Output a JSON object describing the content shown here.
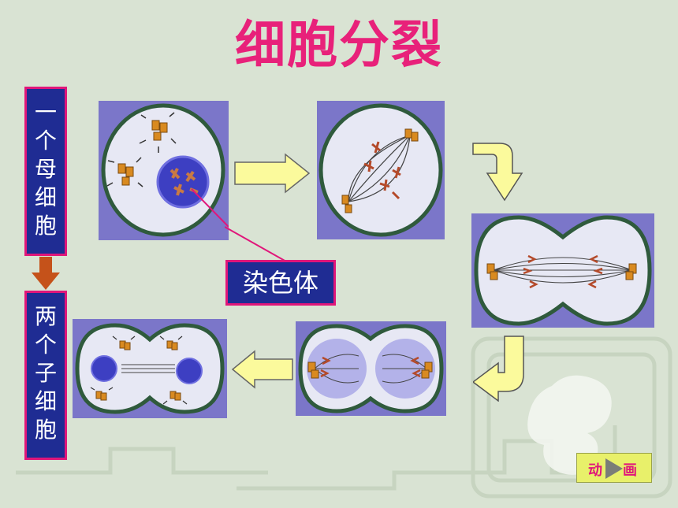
{
  "title": "细胞分裂",
  "left_label_top": [
    "一",
    "个",
    "母",
    "细",
    "胞"
  ],
  "left_label_bottom": [
    "两",
    "个",
    "子",
    "细",
    "胞"
  ],
  "callout": "染色体",
  "anim_button": {
    "char1": "动",
    "char2": "画"
  },
  "colors": {
    "title": "#e8217a",
    "label_bg": "#1f2c93",
    "label_border": "#e0167a",
    "arrow_fill": "#fbfa9c"
  }
}
